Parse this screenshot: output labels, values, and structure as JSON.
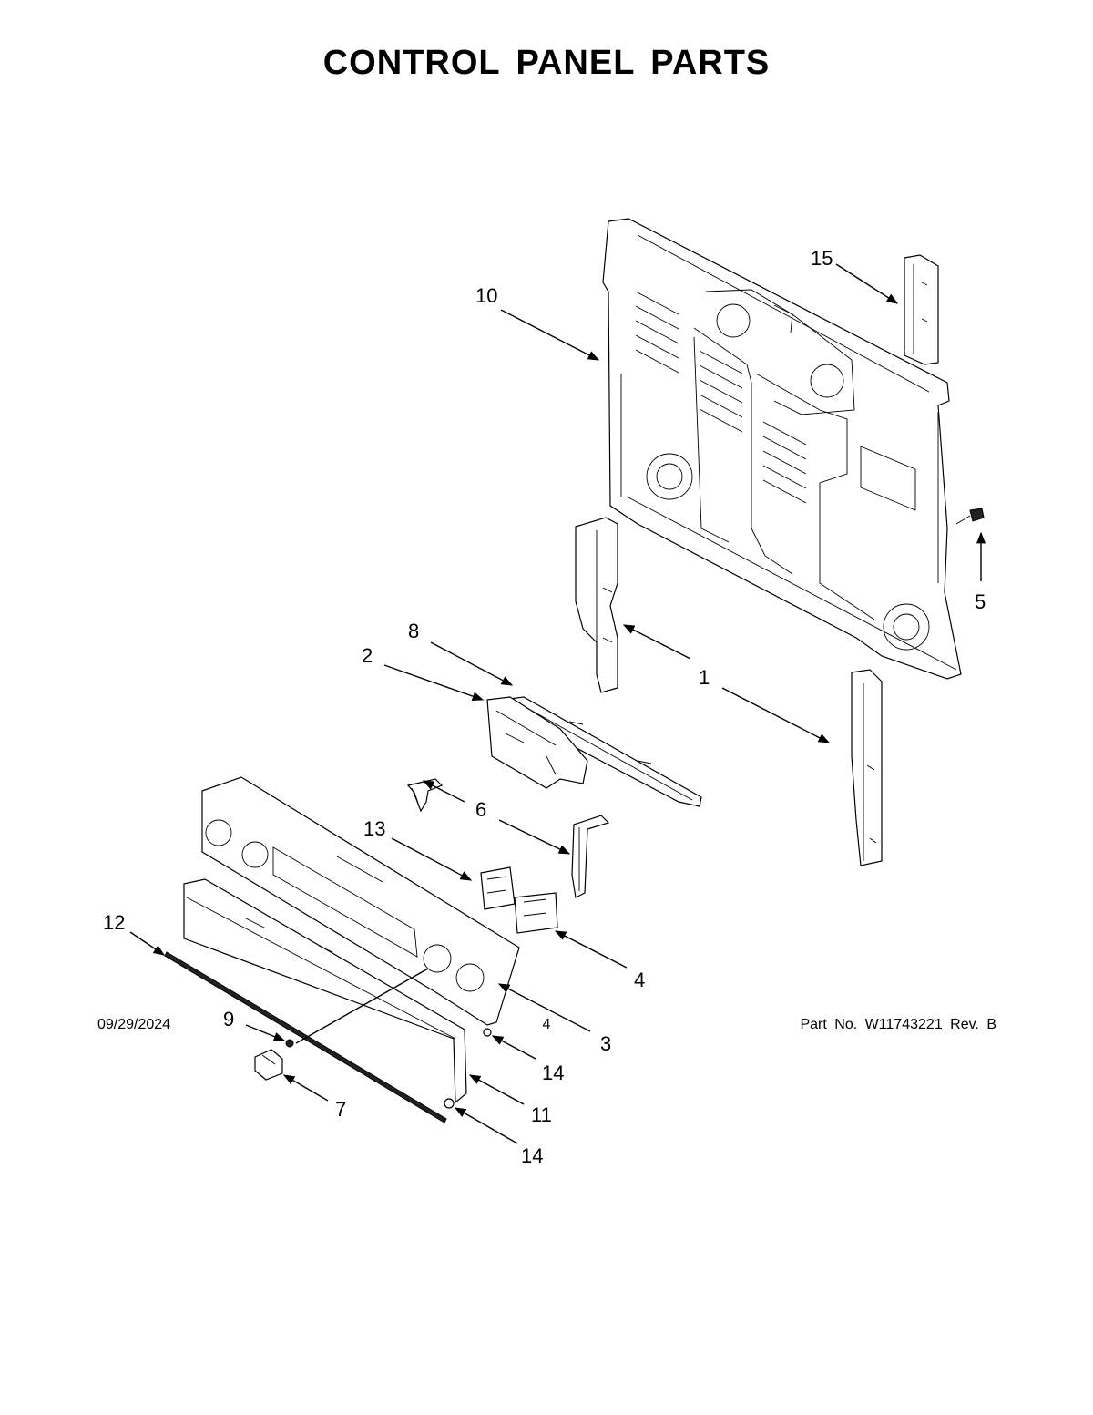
{
  "title": "CONTROL PANEL PARTS",
  "callouts": {
    "c1": "1",
    "c2": "2",
    "c3": "3",
    "c4": "4",
    "c5": "5",
    "c6": "6",
    "c7": "7",
    "c8": "8",
    "c9": "9",
    "c10": "10",
    "c11": "11",
    "c12": "12",
    "c13": "13",
    "c14a": "14",
    "c14b": "14",
    "c15": "15"
  },
  "footer": {
    "date": "09/29/2024",
    "page": "4",
    "part": "Part No.  W11743221  Rev.  B"
  }
}
